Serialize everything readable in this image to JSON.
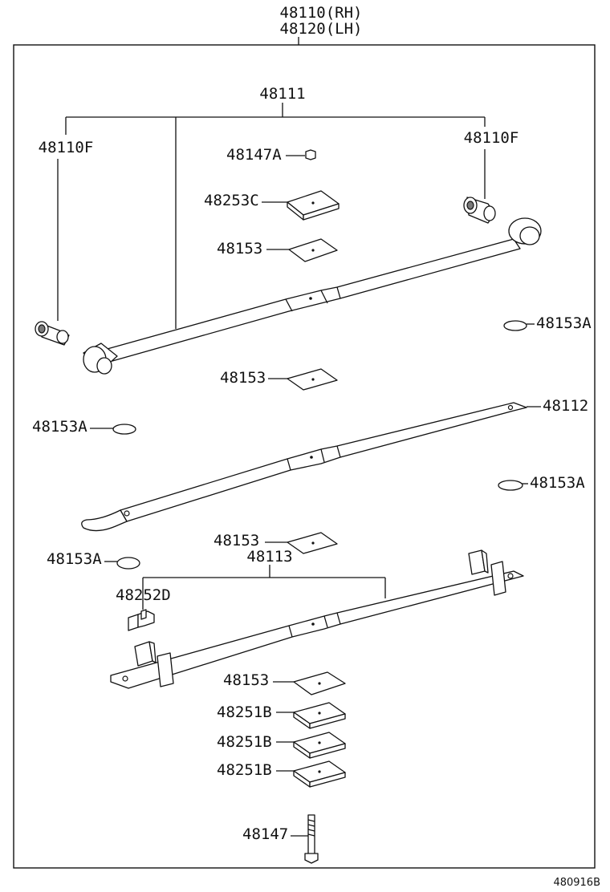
{
  "assembly": {
    "rh": "48110(RH)",
    "lh": "48120(LH)"
  },
  "labels": {
    "leaf_1": "48111",
    "leaf_2": "48112",
    "leaf_3": "48113",
    "bushing": "48110F",
    "nut": "48147A",
    "insert_c": "48253C",
    "insert": "48153",
    "insert_a": "48153A",
    "clip_d": "48252D",
    "insert_b": "48251B",
    "center_bolt": "48147"
  },
  "footer_code": "480916B"
}
